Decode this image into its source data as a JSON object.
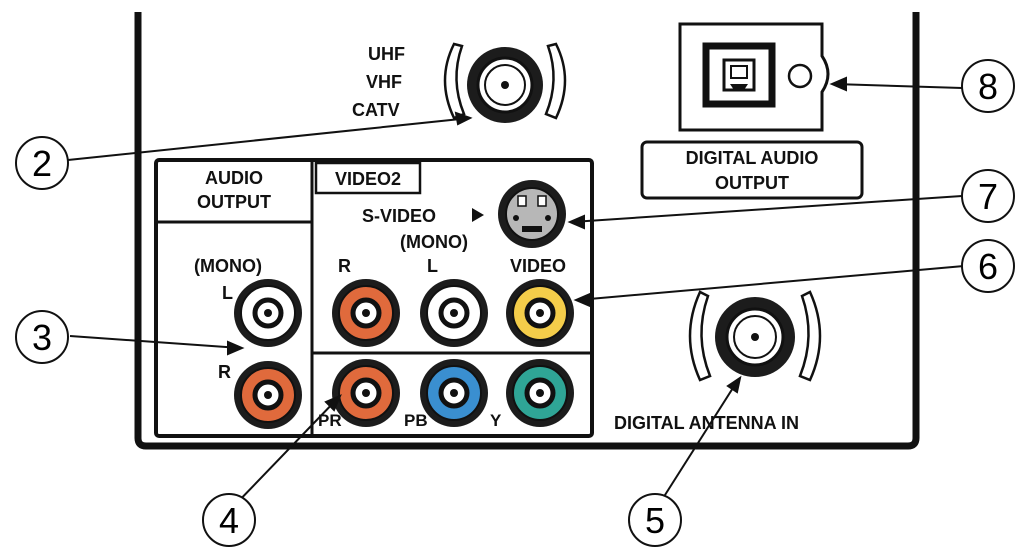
{
  "labels": {
    "uhf": "UHF",
    "vhf": "VHF",
    "catv": "CATV",
    "audio_output_line1": "AUDIO",
    "audio_output_line2": "OUTPUT",
    "video2": "VIDEO2",
    "s_video": "S-VIDEO",
    "mono_upper": "(MONO)",
    "mono_left": "(MONO)",
    "audio_l": "L",
    "audio_r": "R",
    "video_r": "R",
    "video_l": "L",
    "video": "VIDEO",
    "pr": "PR",
    "pb": "PB",
    "y": "Y",
    "digital_audio_line1": "DIGITAL AUDIO",
    "digital_audio_line2": "OUTPUT",
    "digital_antenna": "DIGITAL ANTENNA IN"
  },
  "callouts": [
    "2",
    "3",
    "4",
    "5",
    "6",
    "7",
    "8"
  ],
  "colors": {
    "panel": "#111111",
    "red_jack": "#e06a3c",
    "white_jack": "#ffffff",
    "yellow_jack": "#f4cd4a",
    "blue_jack": "#3a8fd0",
    "green_jack": "#2fa596",
    "svideo_gray": "#b7b7b7"
  }
}
